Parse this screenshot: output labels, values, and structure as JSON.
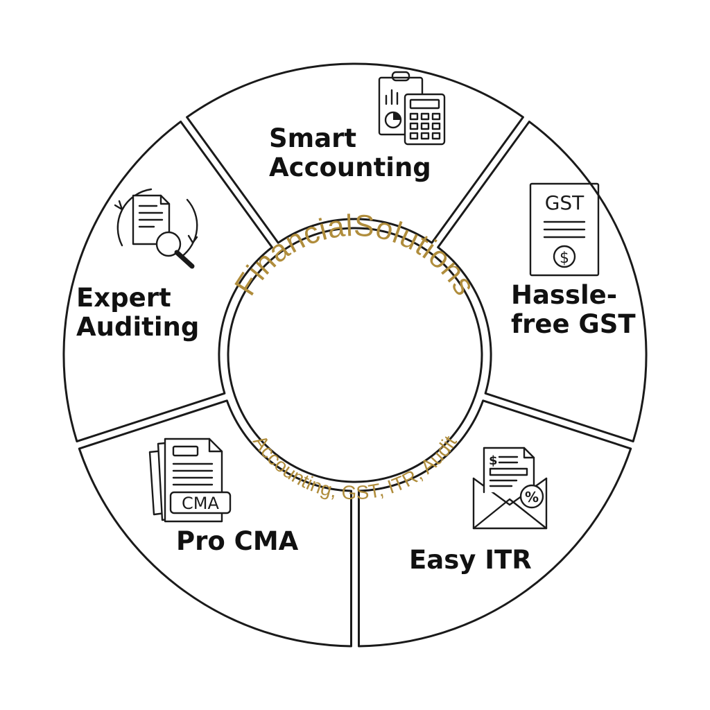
{
  "hub": {
    "title": "FinancialSolutions",
    "subtitle": "Accounting, GST, ITR, Audit"
  },
  "segments": [
    {
      "key": "smart-accounting",
      "label_line1": "Smart",
      "label_line2": "Accounting",
      "icon": "calculator-clipboard-icon"
    },
    {
      "key": "hassle-free-gst",
      "label_line1": "Hassle-",
      "label_line2": "free GST",
      "icon": "gst-document-icon",
      "icon_text": "GST"
    },
    {
      "key": "easy-itr",
      "label_line1": "Easy ITR",
      "icon": "tax-envelope-icon"
    },
    {
      "key": "pro-cma",
      "label_line1": "Pro CMA",
      "icon": "cma-document-icon",
      "icon_text": "CMA"
    },
    {
      "key": "expert-auditing",
      "label_line1": "Expert",
      "label_line2": "Auditing",
      "icon": "audit-magnifier-icon"
    }
  ],
  "colors": {
    "accent": "#b08d3c",
    "outline": "#1a1a1a",
    "background": "#ffffff"
  }
}
